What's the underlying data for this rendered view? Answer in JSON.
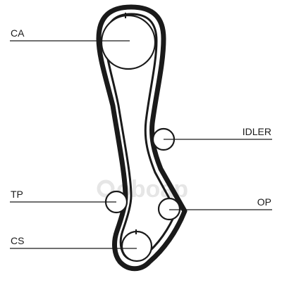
{
  "labels": {
    "ca": "CA",
    "idler": "IDLER",
    "tp": "TP",
    "op": "OP",
    "cs": "CS"
  },
  "watermark": "oboap",
  "colors": {
    "belt": "#1a1a1a",
    "line": "#1a1a1a",
    "text": "#1a1a1a",
    "watermark": "#e6e6e6",
    "background": "#ffffff"
  }
}
